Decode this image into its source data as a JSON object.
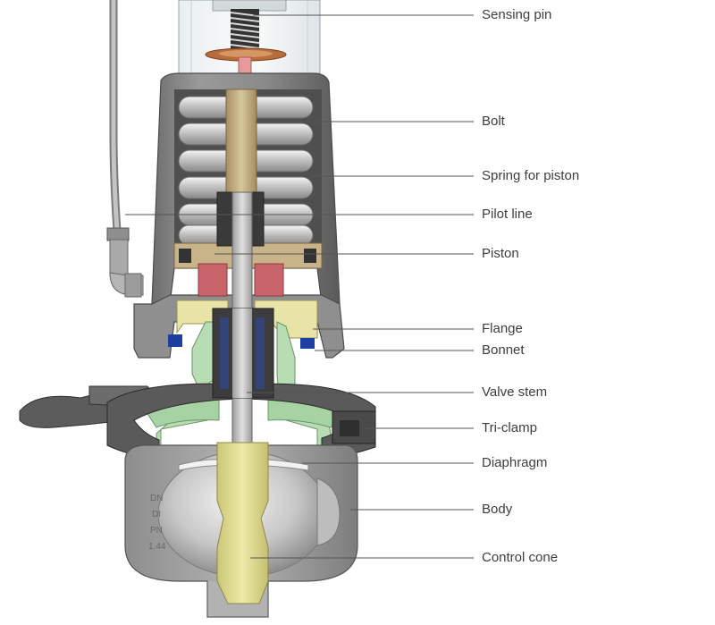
{
  "diagram": {
    "callouts": [
      {
        "id": "sensing-pin",
        "text": "Sensing pin"
      },
      {
        "id": "bolt",
        "text": "Bolt"
      },
      {
        "id": "spring-for-piston",
        "text": "Spring for piston"
      },
      {
        "id": "pilot-line",
        "text": "Pilot line"
      },
      {
        "id": "piston",
        "text": "Piston"
      },
      {
        "id": "flange",
        "text": "Flange"
      },
      {
        "id": "bonnet",
        "text": "Bonnet"
      },
      {
        "id": "valve-stem",
        "text": "Valve stem"
      },
      {
        "id": "tri-clamp",
        "text": "Tri-clamp"
      },
      {
        "id": "diaphragm",
        "text": "Diaphragm"
      },
      {
        "id": "body",
        "text": "Body"
      },
      {
        "id": "control-cone",
        "text": "Control cone"
      }
    ],
    "body_markings": [
      "DN",
      "DI",
      "PN",
      "1.44"
    ],
    "colors": {
      "housing": "#8c8c8c",
      "housing_dark": "#5f5f5f",
      "housing_light": "#b9b9b9",
      "brass": "#c9b48a",
      "flange": "#e8e3a6",
      "bonnet": "#b8dcb4",
      "control_cone": "#ddd98f",
      "piston_seal": "#c9646a",
      "sensing_pin": "#e69a9a",
      "leader_line": "#555555"
    }
  }
}
